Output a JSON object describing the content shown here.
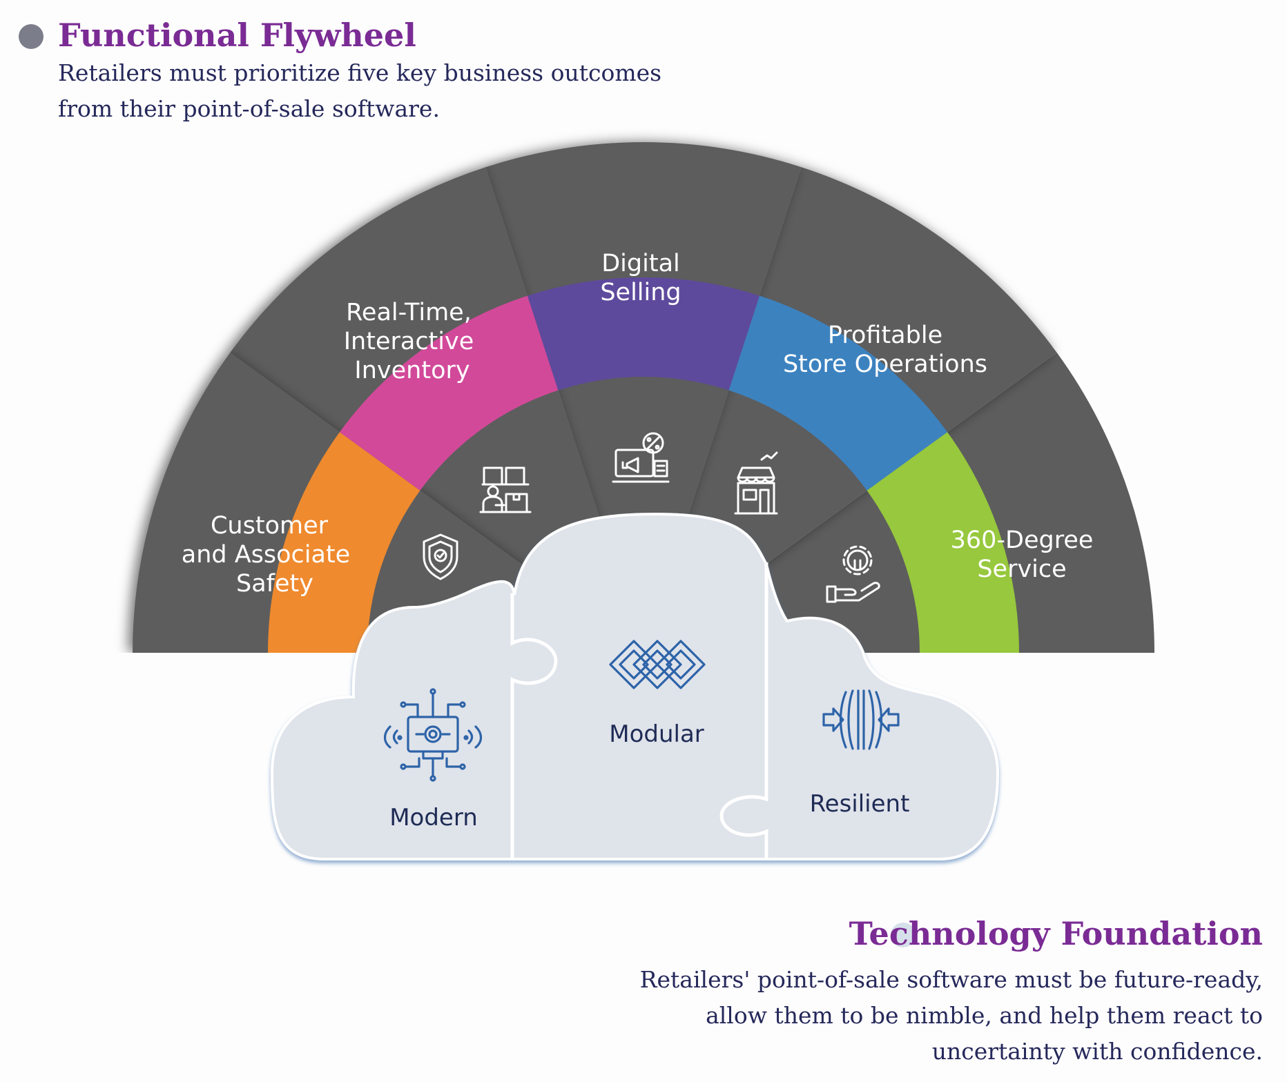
{
  "flywheel": {
    "title": "Functional Flywheel",
    "description": [
      "Retailers must prioritize five key business outcomes",
      "from their point-of-sale software."
    ],
    "dot_color": "#7b7d8a"
  },
  "foundation": {
    "title": "Technology Foundation",
    "description": [
      "Retailers' point-of-sale software must be future-ready,",
      "allow them to be nimble, and help them react to",
      "uncertainty with confidence."
    ],
    "dot_color": "#d6e0ea"
  },
  "outcomes": [
    {
      "label": [
        "Customer",
        "and Associate",
        "Safety"
      ],
      "color": "#ef8a2e",
      "icon": "shield-check-icon"
    },
    {
      "label": [
        "Real-Time,",
        "Interactive",
        "Inventory"
      ],
      "color": "#d2499a",
      "icon": "inventory-worker-icon"
    },
    {
      "label": [
        "Digital",
        "Selling"
      ],
      "color": "#5e4a9c",
      "icon": "digital-selling-icon"
    },
    {
      "label": [
        "Profitable",
        "Store Operations"
      ],
      "color": "#3c82bf",
      "icon": "storefront-icon"
    },
    {
      "label": [
        "360-Degree",
        "Service"
      ],
      "color": "#97c83d",
      "icon": "service-hand-gear-icon"
    }
  ],
  "pillars": [
    {
      "label": "Modern",
      "icon": "chip-circuit-icon"
    },
    {
      "label": "Modular",
      "icon": "linked-diamonds-icon"
    },
    {
      "label": "Resilient",
      "icon": "compression-arrows-icon"
    }
  ],
  "colors": {
    "fan": "#5d5d5d",
    "cloud": "#dfe3ea",
    "icon_line": "#2d63a8",
    "label_light": "#ffffff",
    "label_dark": "#1e2b55"
  }
}
